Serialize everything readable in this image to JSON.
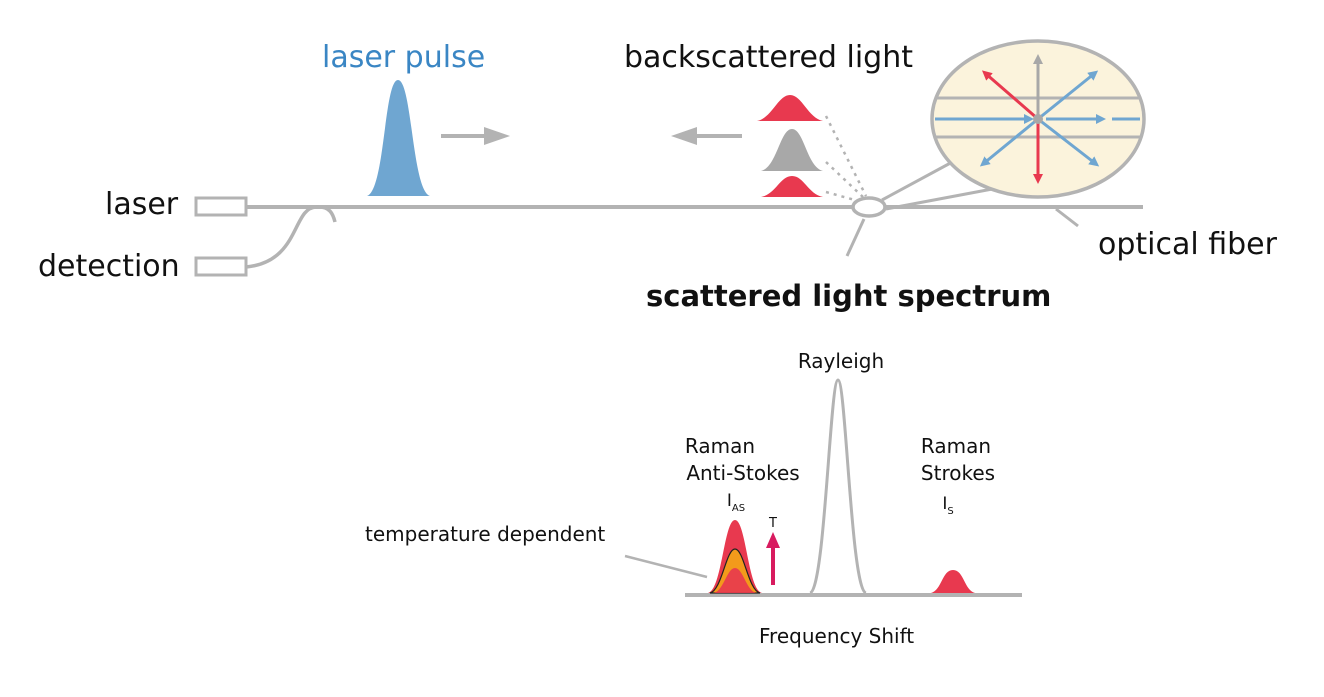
{
  "labels": {
    "laser_pulse": "laser pulse",
    "backscattered_light": "backscattered light",
    "laser": "laser",
    "detection": "detection",
    "optical_fiber": "optical fiber",
    "scattered_light_spectrum": "scattered light spectrum",
    "rayleigh": "Rayleigh",
    "raman_anti_stokes_line1": "Raman",
    "raman_anti_stokes_line2": "Anti-Stokes",
    "i_as_main": "I",
    "i_as_sub": "AS",
    "t_arrow_label": "T",
    "raman_stokes_line1": "Raman",
    "raman_stokes_line2": "Strokes",
    "i_s_main": "I",
    "i_s_sub": "S",
    "temperature_dependent": "temperature dependent",
    "frequency_shift": "Frequency Shift"
  },
  "colors": {
    "fiber_gray": "#b3b3b3",
    "pulse_blue": "#6fa6d1",
    "backscatter_red": "#e8394f",
    "backscatter_gray": "#a8a8a8",
    "label_blue": "#3a86c4",
    "inset_fill": "#fbf3dc",
    "arrow_magenta": "#d81b5f",
    "antistokes_orange": "#f39a1b"
  }
}
